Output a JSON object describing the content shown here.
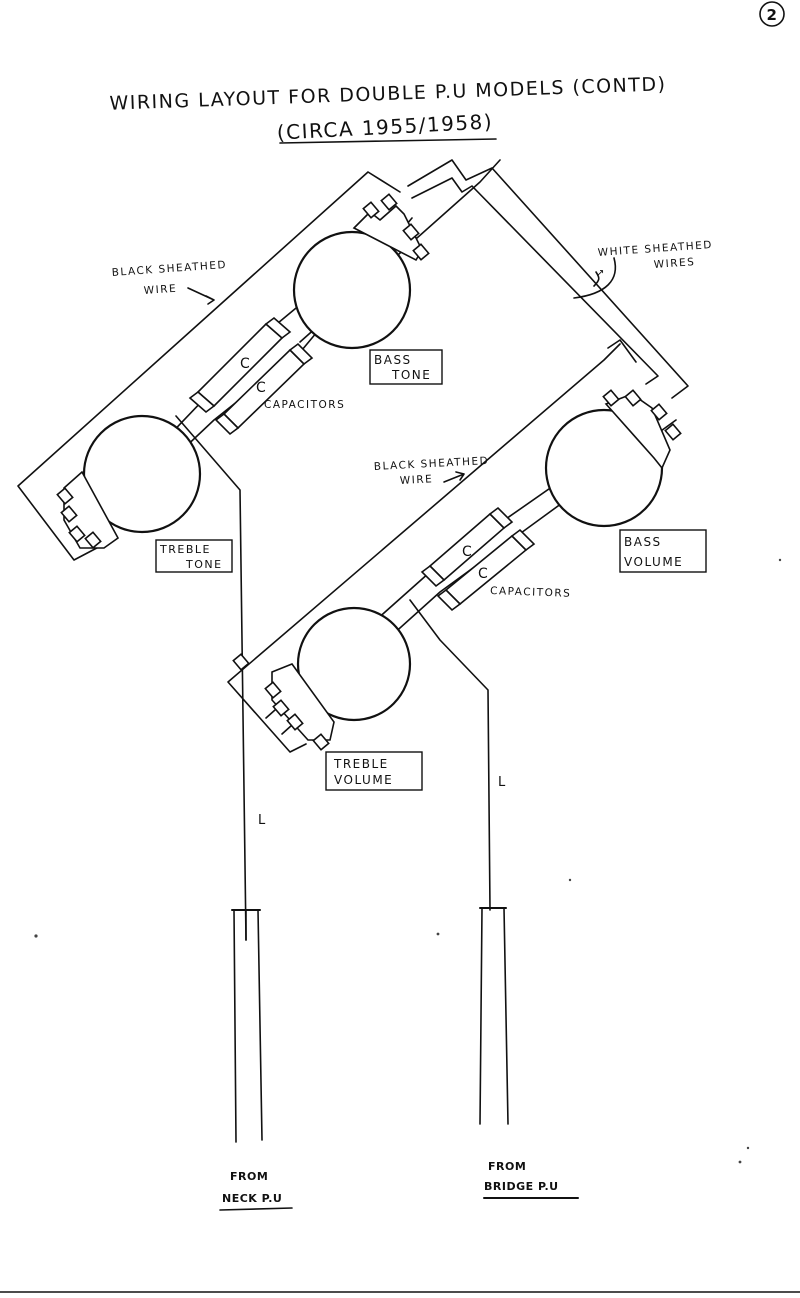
{
  "page": {
    "number": "2",
    "title": "WIRING LAYOUT FOR DOUBLE P.U MODELS (CONTD)",
    "subtitle": "(CIRCA 1955/1958)"
  },
  "labels": {
    "black_sheathed_top": [
      "BLACK SHEATHED",
      "WIRE"
    ],
    "white_sheathed": [
      "WHITE SHEATHED",
      "WIRES"
    ],
    "black_sheathed_mid": [
      "BLACK SHEATHED",
      "WIRE"
    ],
    "capacitors_top": "CAPACITORS",
    "capacitors_mid": "CAPACITORS",
    "capacitor_mark": "C",
    "lead_mark": "L"
  },
  "pots": {
    "bass_tone": [
      "BASS",
      "TONE"
    ],
    "treble_tone": [
      "TREBLE",
      "TONE"
    ],
    "bass_volume": [
      "BASS",
      "VOLUME"
    ],
    "treble_volume": [
      "TREBLE",
      "VOLUME"
    ]
  },
  "pickups": {
    "neck": [
      "FROM",
      "NECK P.U"
    ],
    "bridge": [
      "FROM",
      "BRIDGE P.U"
    ]
  }
}
